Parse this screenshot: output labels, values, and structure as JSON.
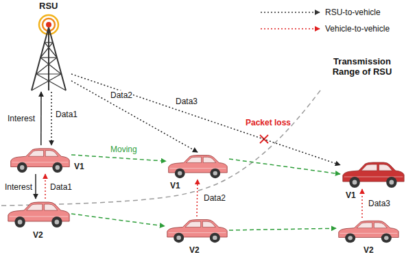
{
  "diagram": {
    "nodes": [
      {
        "text": [
          "RSU"
        ]
      },
      {
        "text": [
          "V1"
        ]
      },
      {
        "text": [
          "V2"
        ]
      },
      {
        "text": [
          "V1"
        ]
      },
      {
        "text": [
          "V2"
        ]
      },
      {
        "text": [
          "V1"
        ]
      },
      {
        "text": [
          "V2"
        ]
      }
    ],
    "edges": [
      {
        "from": 0,
        "to": 1,
        "label": "Data1",
        "arrow": "to"
      },
      {
        "from": 1,
        "to": 0,
        "label": "Interest",
        "arrow": "to"
      },
      {
        "from": 0,
        "to": 3,
        "label": "Data2",
        "arrow": "to"
      },
      {
        "from": 0,
        "to": 5,
        "label": "Data3",
        "arrow": "to"
      },
      {
        "from": 1,
        "to": 2,
        "label": "Interest",
        "arrow": "to"
      },
      {
        "from": 2,
        "to": 1,
        "label": "Data1",
        "arrow": "to"
      },
      {
        "from": 4,
        "to": 3,
        "label": "Data2",
        "arrow": "to"
      },
      {
        "from": 6,
        "to": 5,
        "label": "Data3",
        "arrow": "to"
      },
      {
        "from": 1,
        "to": 3,
        "label": "Moving",
        "arrow": "to"
      },
      {
        "from": 3,
        "to": 5,
        "arrow": "to"
      },
      {
        "from": 2,
        "to": 4,
        "arrow": "to"
      },
      {
        "from": 4,
        "to": 6,
        "arrow": "to"
      }
    ],
    "labels": [
      "Packet loss",
      "Transmission Range of RSU"
    ],
    "legend": [
      {
        "text": "RSU-to-vehicle"
      },
      {
        "text": "Vehicle-to-vehicle"
      }
    ]
  }
}
